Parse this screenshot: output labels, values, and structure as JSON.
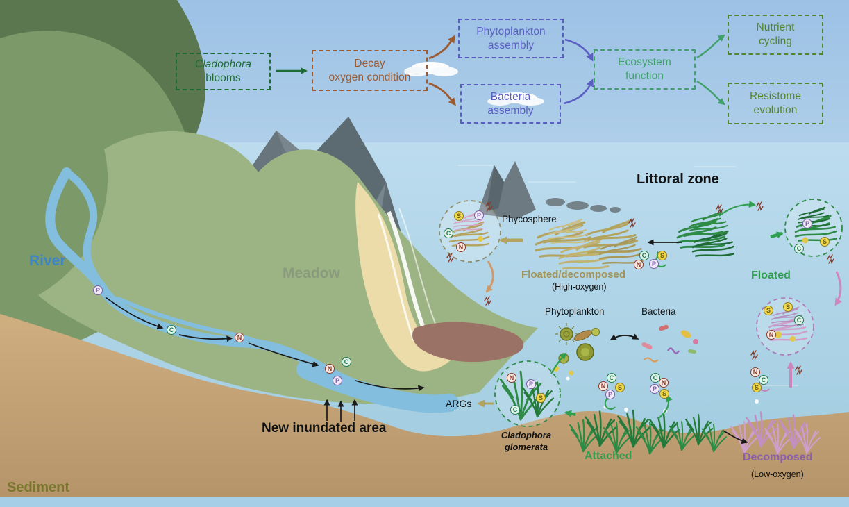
{
  "flowchart": {
    "cladophora_italic": "Cladophora",
    "cladophora_rest": "blooms",
    "decay_line1": "Decay",
    "decay_line2": "oxygen condition",
    "phyto_line1": "Phytoplankton",
    "phyto_line2": "assembly",
    "bacteria_line1": "Bacteria",
    "bacteria_line2": "assembly",
    "ecosystem_line1": "Ecosystem",
    "ecosystem_line2": "function",
    "nutrient_line1": "Nutrient",
    "nutrient_line2": "cycling",
    "resistome_line1": "Resistome",
    "resistome_line2": "evolution"
  },
  "labels": {
    "river": "River",
    "meadow": "Meadow",
    "littoral_zone": "Littoral zone",
    "sediment": "Sediment",
    "new_inundated_area": "New inundated area",
    "args": "ARGs",
    "cladophora_glomerata_line1": "Cladophora",
    "cladophora_glomerata_line2": "glomerata",
    "attached": "Attached",
    "decomposed": "Decomposed",
    "low_oxygen": "(Low-oxygen)",
    "floated": "Floated",
    "floated_decomposed": "Floated/decomposed",
    "high_oxygen": "(High-oxygen)",
    "phycosphere": "Phycosphere",
    "phytoplankton": "Phytoplankton",
    "bacteria": "Bacteria"
  },
  "nutrients": {
    "P": "P",
    "C": "C",
    "N": "N",
    "S": "S"
  },
  "colors": {
    "flow_green_dark": "#1e6b33",
    "flow_brown": "#9c5a30",
    "flow_purple": "#5a5ec2",
    "flow_green_mid": "#3fa06a",
    "flow_olive_green": "#55842e",
    "label_river": "#3d85c6",
    "label_meadow": "#8a9a7d",
    "label_sediment": "#79762e",
    "label_attached": "#2f9e4f",
    "label_floated": "#2f9e4f",
    "label_decomposed": "#8a5fa8",
    "label_floated_decomposed": "#a2945a",
    "nutrient_p": "#7b5ea7",
    "nutrient_c": "#1e7a52",
    "nutrient_n": "#8b3a2a",
    "nutrient_s": "#8a7a2a"
  }
}
